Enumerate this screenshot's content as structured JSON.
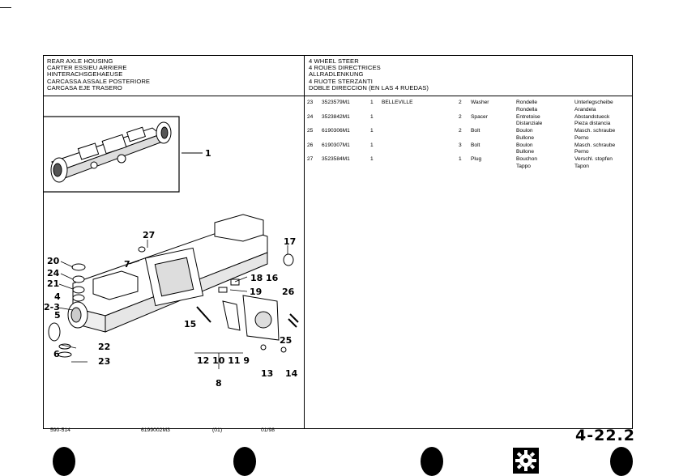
{
  "left_title": [
    "REAR AXLE HOUSING",
    "CARTER ESSIEU ARRIERE",
    "HINTERACHSGEHAEUSE",
    "CARCASSA ASSALE POSTERIORE",
    "CARCASA EJE TRASERO"
  ],
  "right_title": [
    "4 WHEEL STEER",
    "4 ROUES DIRECTRICES",
    "ALLRADLENKUNG",
    "4 RUOTE STERZANTI",
    "DOBLE DIRECCION (EN LAS 4 RUEDAS)"
  ],
  "parts": [
    {
      "ref": "23",
      "part_no": "3523579M1",
      "qty": "1",
      "desc": "BELLEVILLE",
      "qty2": "2",
      "en": "Washer",
      "fr": "Rondelle",
      "it": "Rondella",
      "de": "Unterlegscheibe",
      "es": "Arandela"
    },
    {
      "ref": "24",
      "part_no": "3523842M1",
      "qty": "1",
      "desc": "",
      "qty2": "2",
      "en": "Spacer",
      "fr": "Entretoise",
      "it": "Distanziale",
      "de": "Abstandstueck",
      "es": "Pieza distancia"
    },
    {
      "ref": "25",
      "part_no": "6190306M1",
      "qty": "1",
      "desc": "",
      "qty2": "2",
      "en": "Bolt",
      "fr": "Boulon",
      "it": "Bullone",
      "de": "Masch. schraube",
      "es": "Perno"
    },
    {
      "ref": "26",
      "part_no": "6190307M1",
      "qty": "1",
      "desc": "",
      "qty2": "3",
      "en": "Bolt",
      "fr": "Boulon",
      "it": "Bullone",
      "de": "Masch. schraube",
      "es": "Perno"
    },
    {
      "ref": "27",
      "part_no": "3523584M1",
      "qty": "1",
      "desc": "",
      "qty2": "1",
      "en": "Plug",
      "fr": "Bouchon",
      "it": "Tappo",
      "de": "Verschl. stopfen",
      "es": "Tapon"
    }
  ],
  "callouts": {
    "c1": "1",
    "c27": "27",
    "c7": "7",
    "c17": "17",
    "c20": "20",
    "c24": "24",
    "c21": "21",
    "c18": "18",
    "c16": "16",
    "c19": "19",
    "c4": "4",
    "c26": "26",
    "c5": "5",
    "c2_3": "2-3",
    "c15": "15",
    "c6": "6",
    "c22": "22",
    "c25": "25",
    "c23": "23",
    "c12_10_11_9": "12 10 11 9",
    "c13": "13",
    "c14": "14",
    "c8": "8"
  },
  "footer": {
    "model": "590-514",
    "doc_no": "6199002M3",
    "rev": "(01)",
    "date": "01/98"
  },
  "page_number": "4-22.2"
}
